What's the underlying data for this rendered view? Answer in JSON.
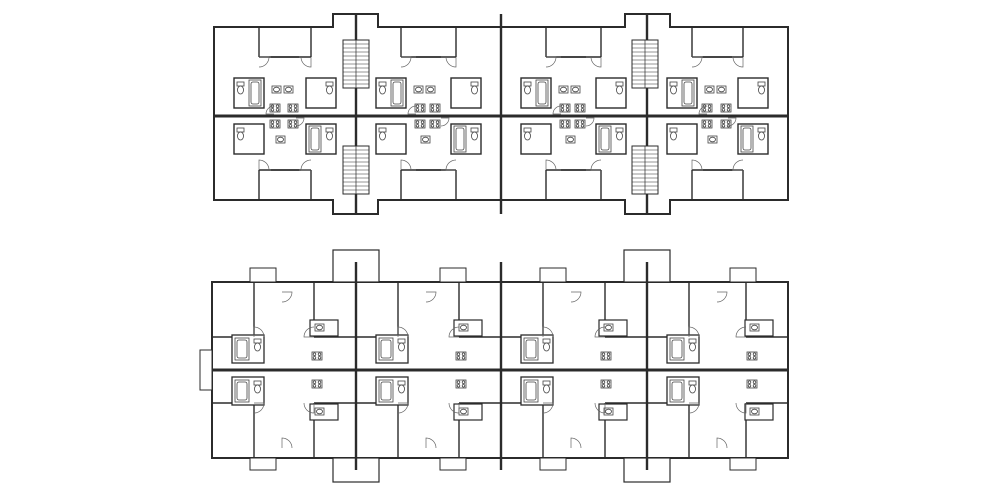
{
  "drawing": {
    "line_color": "#2b2b2b",
    "background": "#ffffff"
  },
  "plans": [
    {
      "id": "upper",
      "modules": 4
    },
    {
      "id": "lower",
      "modules": 4
    }
  ]
}
